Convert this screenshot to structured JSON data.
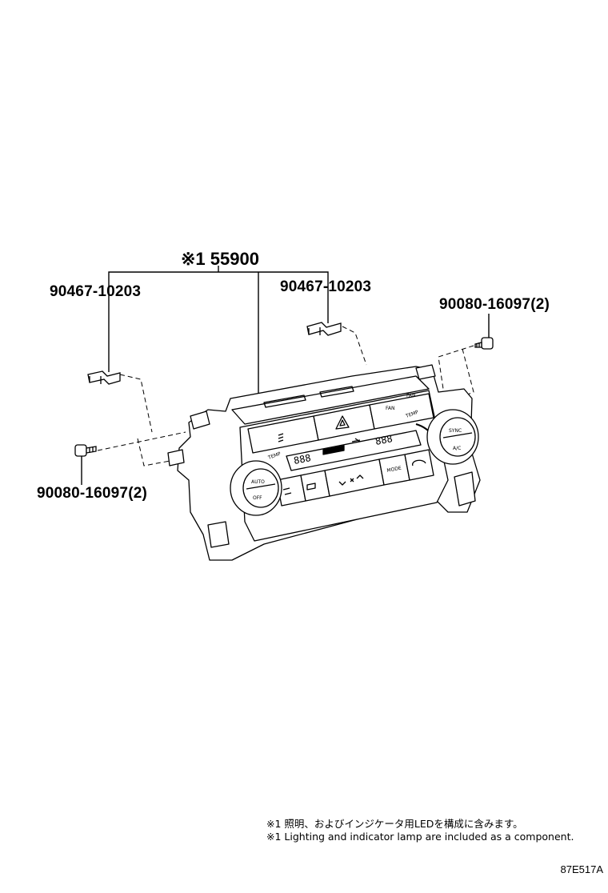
{
  "callouts": {
    "main_assembly": "※1 55900",
    "cover_left": "90467-10203",
    "cover_right": "90467-10203",
    "screw_right": "90080-16097(2)",
    "screw_left": "90080-16097(2)"
  },
  "panel_labels": {
    "temp_left": "TEMP",
    "temp_right": "TEMP",
    "auto": "AUTO",
    "off": "OFF",
    "sync": "SYNC",
    "ac": "A/C",
    "mode": "MODE",
    "fan": "FAN",
    "display_left": "888",
    "display_right": "888"
  },
  "notes": {
    "japanese": "※1 照明、およびインジケータ用LEDを構成に含みます。",
    "english": "※1 Lighting and indicator lamp are included as a component."
  },
  "illustration_code": "87E517A"
}
